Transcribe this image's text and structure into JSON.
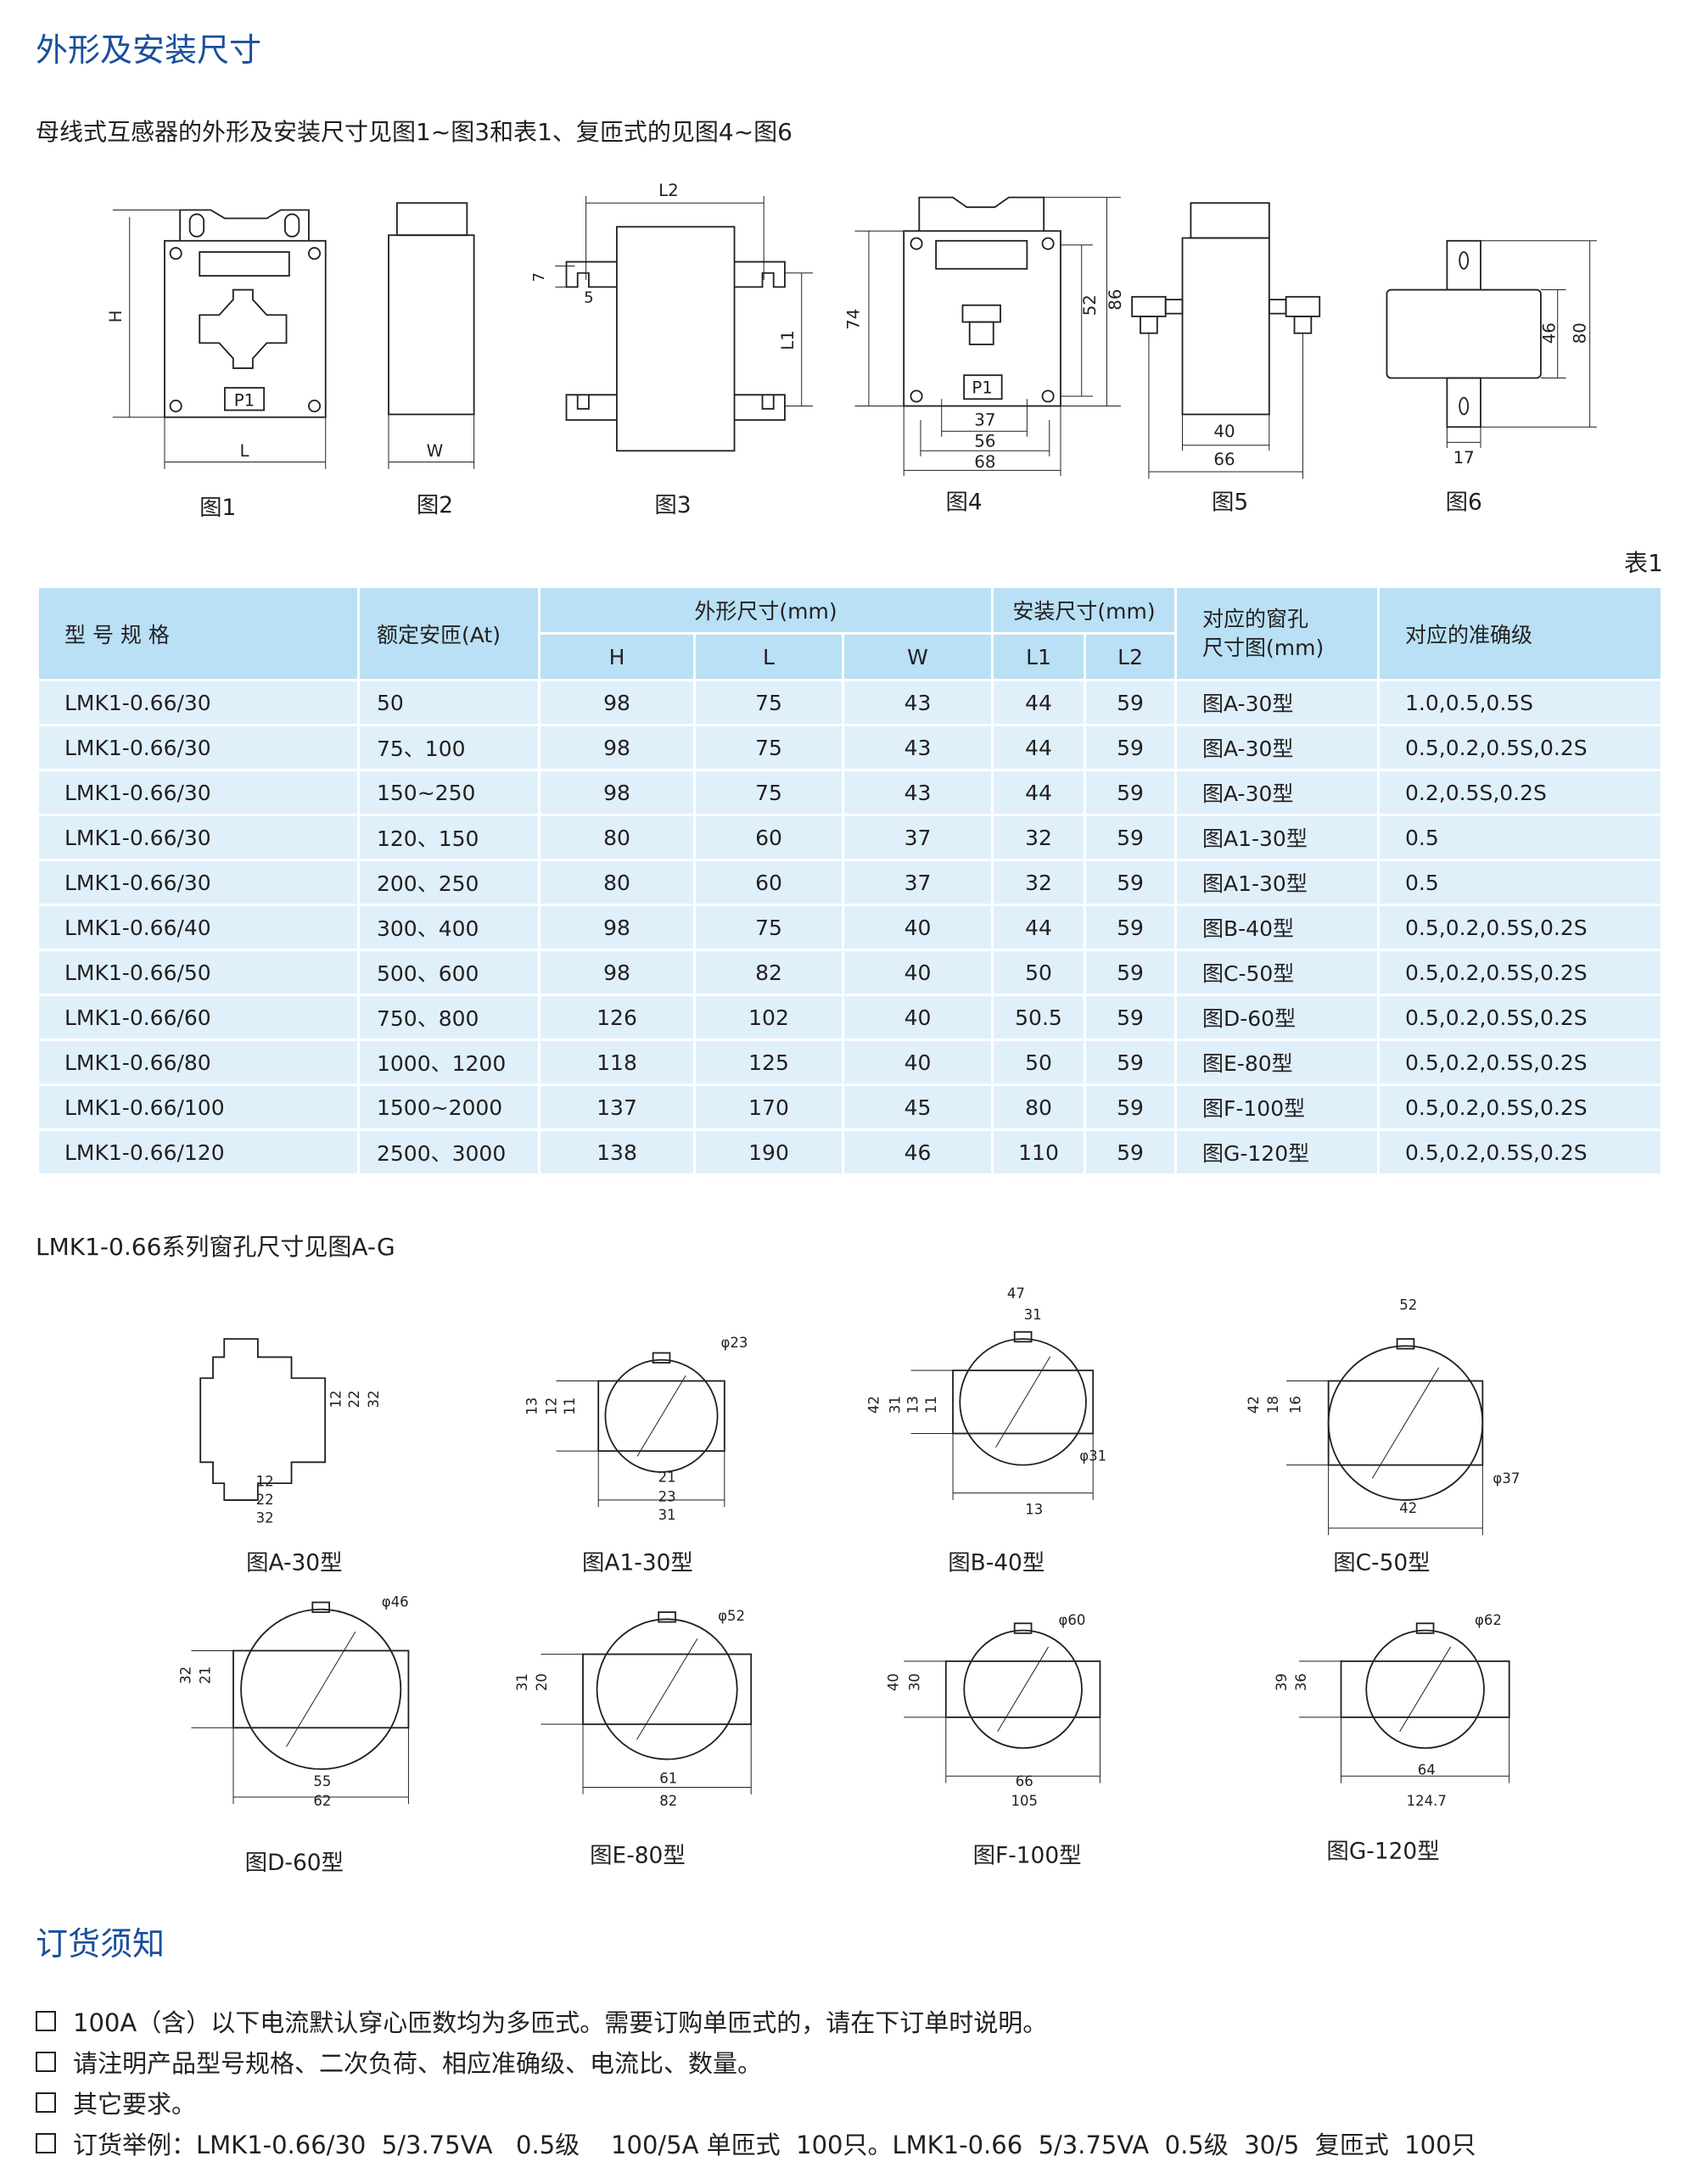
{
  "section_title": "外形及安装尺寸",
  "intro": "母线式互感器的外形及安装尺寸见图1~图3和表1、复匝式的见图4~图6",
  "figures": [
    {
      "caption": "图1",
      "dims": [
        "H",
        "L",
        "P1"
      ]
    },
    {
      "caption": "图2",
      "dims": [
        "W"
      ]
    },
    {
      "caption": "图3",
      "dims": [
        "L2",
        "7",
        "5",
        "L1"
      ]
    },
    {
      "caption": "图4",
      "dims": [
        "74",
        "52",
        "86",
        "37",
        "56",
        "68",
        "P1"
      ]
    },
    {
      "caption": "图5",
      "dims": [
        "40",
        "66"
      ]
    },
    {
      "caption": "图6",
      "dims": [
        "46",
        "80",
        "17"
      ]
    }
  ],
  "table_caption": "表1",
  "table": {
    "headers": {
      "model": "型 号 规 格",
      "amps": "额定安匝(At)",
      "outer": "外形尺寸(mm)",
      "install": "安装尺寸(mm)",
      "window_line1": "对应的窗孔",
      "window_line2": "尺寸图(mm)",
      "accuracy": "对应的准确级",
      "H": "H",
      "L": "L",
      "W": "W",
      "L1": "L1",
      "L2": "L2"
    },
    "rows": [
      [
        "LMK1-0.66/30",
        "50",
        "98",
        "75",
        "43",
        "44",
        "59",
        "图A-30型",
        "1.0,0.5,0.5S"
      ],
      [
        "LMK1-0.66/30",
        "75、100",
        "98",
        "75",
        "43",
        "44",
        "59",
        "图A-30型",
        "0.5,0.2,0.5S,0.2S"
      ],
      [
        "LMK1-0.66/30",
        "150~250",
        "98",
        "75",
        "43",
        "44",
        "59",
        "图A-30型",
        "0.2,0.5S,0.2S"
      ],
      [
        "LMK1-0.66/30",
        "120、150",
        "80",
        "60",
        "37",
        "32",
        "59",
        "图A1-30型",
        "0.5"
      ],
      [
        "LMK1-0.66/30",
        "200、250",
        "80",
        "60",
        "37",
        "32",
        "59",
        "图A1-30型",
        "0.5"
      ],
      [
        "LMK1-0.66/40",
        "300、400",
        "98",
        "75",
        "40",
        "44",
        "59",
        "图B-40型",
        "0.5,0.2,0.5S,0.2S"
      ],
      [
        "LMK1-0.66/50",
        "500、600",
        "98",
        "82",
        "40",
        "50",
        "59",
        "图C-50型",
        "0.5,0.2,0.5S,0.2S"
      ],
      [
        "LMK1-0.66/60",
        "750、800",
        "126",
        "102",
        "40",
        "50.5",
        "59",
        "图D-60型",
        "0.5,0.2,0.5S,0.2S"
      ],
      [
        "LMK1-0.66/80",
        "1000、1200",
        "118",
        "125",
        "40",
        "50",
        "59",
        "图E-80型",
        "0.5,0.2,0.5S,0.2S"
      ],
      [
        "LMK1-0.66/100",
        "1500~2000",
        "137",
        "170",
        "45",
        "80",
        "59",
        "图F-100型",
        "0.5,0.2,0.5S,0.2S"
      ],
      [
        "LMK1-0.66/120",
        "2500、3000",
        "138",
        "190",
        "46",
        "110",
        "59",
        "图G-120型",
        "0.5,0.2,0.5S,0.2S"
      ]
    ]
  },
  "window_note": "LMK1-0.66系列窗孔尺寸见图A-G",
  "windows": [
    {
      "caption": "图A-30型",
      "dims": [
        "12",
        "22",
        "32",
        "12",
        "22",
        "32"
      ]
    },
    {
      "caption": "图A1-30型",
      "dims": [
        "13",
        "12",
        "11",
        "21",
        "23",
        "31",
        "φ23"
      ]
    },
    {
      "caption": "图B-40型",
      "dims": [
        "47",
        "31",
        "42",
        "31",
        "13",
        "11",
        "φ31",
        "13"
      ]
    },
    {
      "caption": "图C-50型",
      "dims": [
        "52",
        "42",
        "18",
        "16",
        "φ37",
        "42"
      ]
    },
    {
      "caption": "图D-60型",
      "dims": [
        "φ46",
        "32",
        "21",
        "55",
        "62"
      ]
    },
    {
      "caption": "图E-80型",
      "dims": [
        "φ52",
        "31",
        "20",
        "61",
        "82"
      ]
    },
    {
      "caption": "图F-100型",
      "dims": [
        "φ60",
        "40",
        "30",
        "66",
        "105"
      ]
    },
    {
      "caption": "图G-120型",
      "dims": [
        "φ62",
        "39",
        "36",
        "64",
        "124.7"
      ]
    }
  ],
  "order": {
    "title": "订货须知",
    "items": [
      "100A（含）以下电流默认穿心匝数均为多匝式。需要订购单匝式的，请在下订单时说明。",
      "请注明产品型号规格、二次负荷、相应准确级、电流比、数量。",
      "其它要求。",
      "订货举例：LMK1-0.66/30  5/3.75VA   0.5级    100/5A 单匝式  100只。LMK1-0.66  5/3.75VA  0.5级  30/5  复匝式  100只"
    ]
  },
  "colors": {
    "title": "#1a4f9c",
    "header_bg": "#b9e0f5",
    "row_bg": "#dff0fb",
    "text": "#231f20"
  }
}
